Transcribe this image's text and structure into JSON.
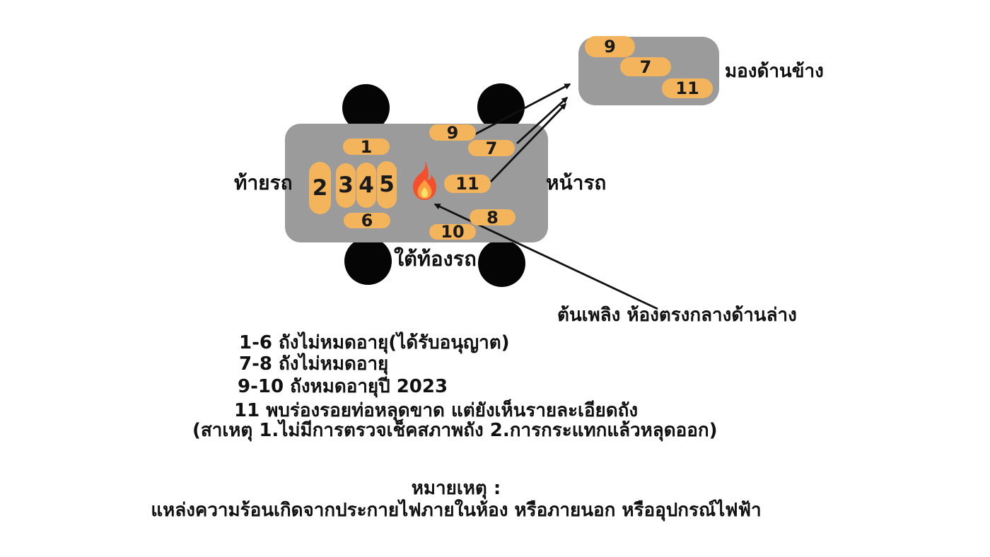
{
  "colors": {
    "body_gray": "#9b9b9b",
    "tank_orange": "#f3b45c",
    "wheel_black": "#050505",
    "text_black": "#111111",
    "flame_outer": "#f4502e",
    "flame_mid": "#ff9d3e",
    "flame_core": "#ffe06e"
  },
  "labels": {
    "rear": "ท้ายรถ",
    "front": "หน้ารถ",
    "under": "ใต้ท้องรถ",
    "side_view": "มองด้านข้าง",
    "fire_origin": "ต้นเพลิง ห้องตรงกลางด้านล่าง"
  },
  "tanks": {
    "top": {
      "t1": "1",
      "t2": "2",
      "t3": "3",
      "t4": "4",
      "t5": "5",
      "t6": "6",
      "t7": "7",
      "t8": "8",
      "t9": "9",
      "t10": "10",
      "t11": "11"
    },
    "side": {
      "s9": "9",
      "s7": "7",
      "s11": "11"
    }
  },
  "legend": {
    "line1": "1-6 ถังไม่หมดอายุ(ได้รับอนุญาต)",
    "line2": "7-8 ถังไม่หมดอายุ",
    "line3": "9-10 ถังหมดอายุปี 2023",
    "line4": "11 พบร่องรอยท่อหลุดขาด แต่ยังเห็นรายละเอียดถัง",
    "line5": "(สาเหตุ 1.ไม่มีการตรวจเช็คสภาพถัง 2.การกระแทกแล้วหลุดออก)"
  },
  "note": {
    "title": "หมายเหตุ :",
    "body": "แหล่งความร้อนเกิดจากประกายไฟภายในห้อง หรือภายนอก หรืออุปกรณ์ไฟฟ้า"
  }
}
